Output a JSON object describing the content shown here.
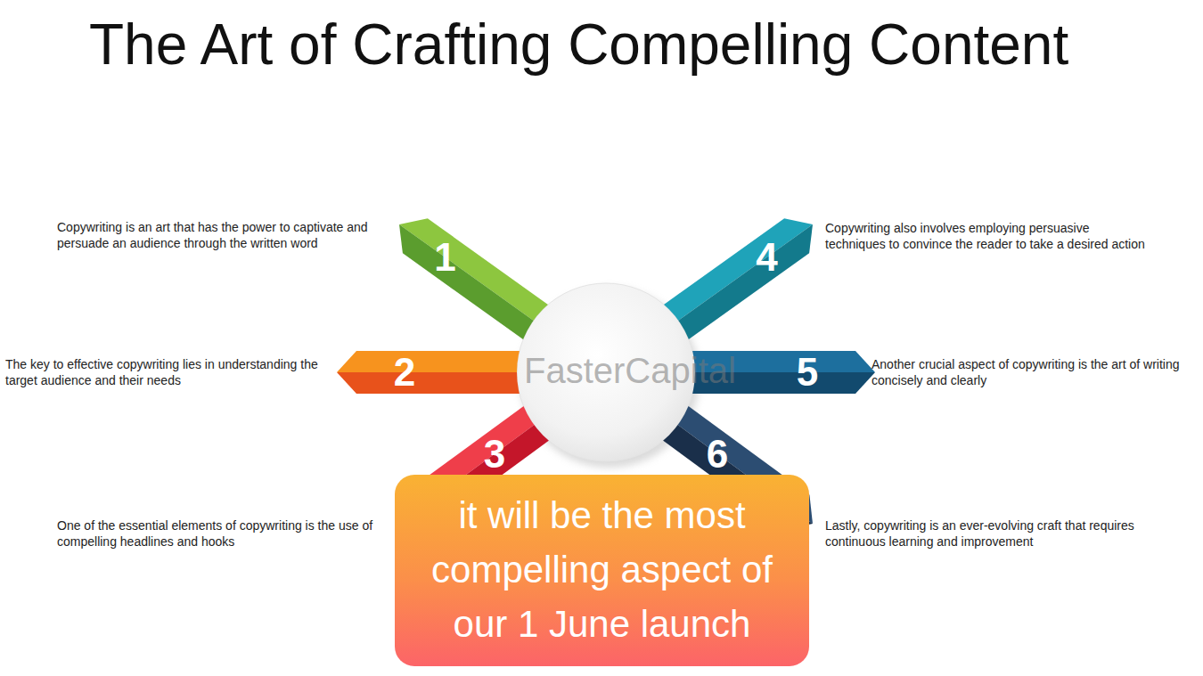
{
  "diagram": {
    "title": "The Art of Crafting Compelling Content",
    "nodes": [
      {
        "text": [
          "1"
        ]
      },
      {
        "text": [
          "2"
        ]
      },
      {
        "text": [
          "3"
        ]
      },
      {
        "text": [
          "4"
        ]
      },
      {
        "text": [
          "5"
        ]
      },
      {
        "text": [
          "6"
        ]
      },
      {
        "text": [
          "it will be the most compelling aspect of our 1 June launch"
        ]
      }
    ],
    "labels": [
      "Copywriting is an art that has the power to captivate and persuade an audience through the written word",
      "The key to effective copywriting lies in understanding the target audience and their needs",
      "One of the essential elements of copywriting is the use of compelling headlines and hooks",
      "Copywriting also involves employing persuasive techniques to convince the reader to take a desired action",
      "Another crucial aspect of copywriting is the art of writing concisely and clearly",
      "Lastly, copywriting is an ever-evolving craft that requires continuous learning and improvement",
      "FasterCapital"
    ]
  }
}
